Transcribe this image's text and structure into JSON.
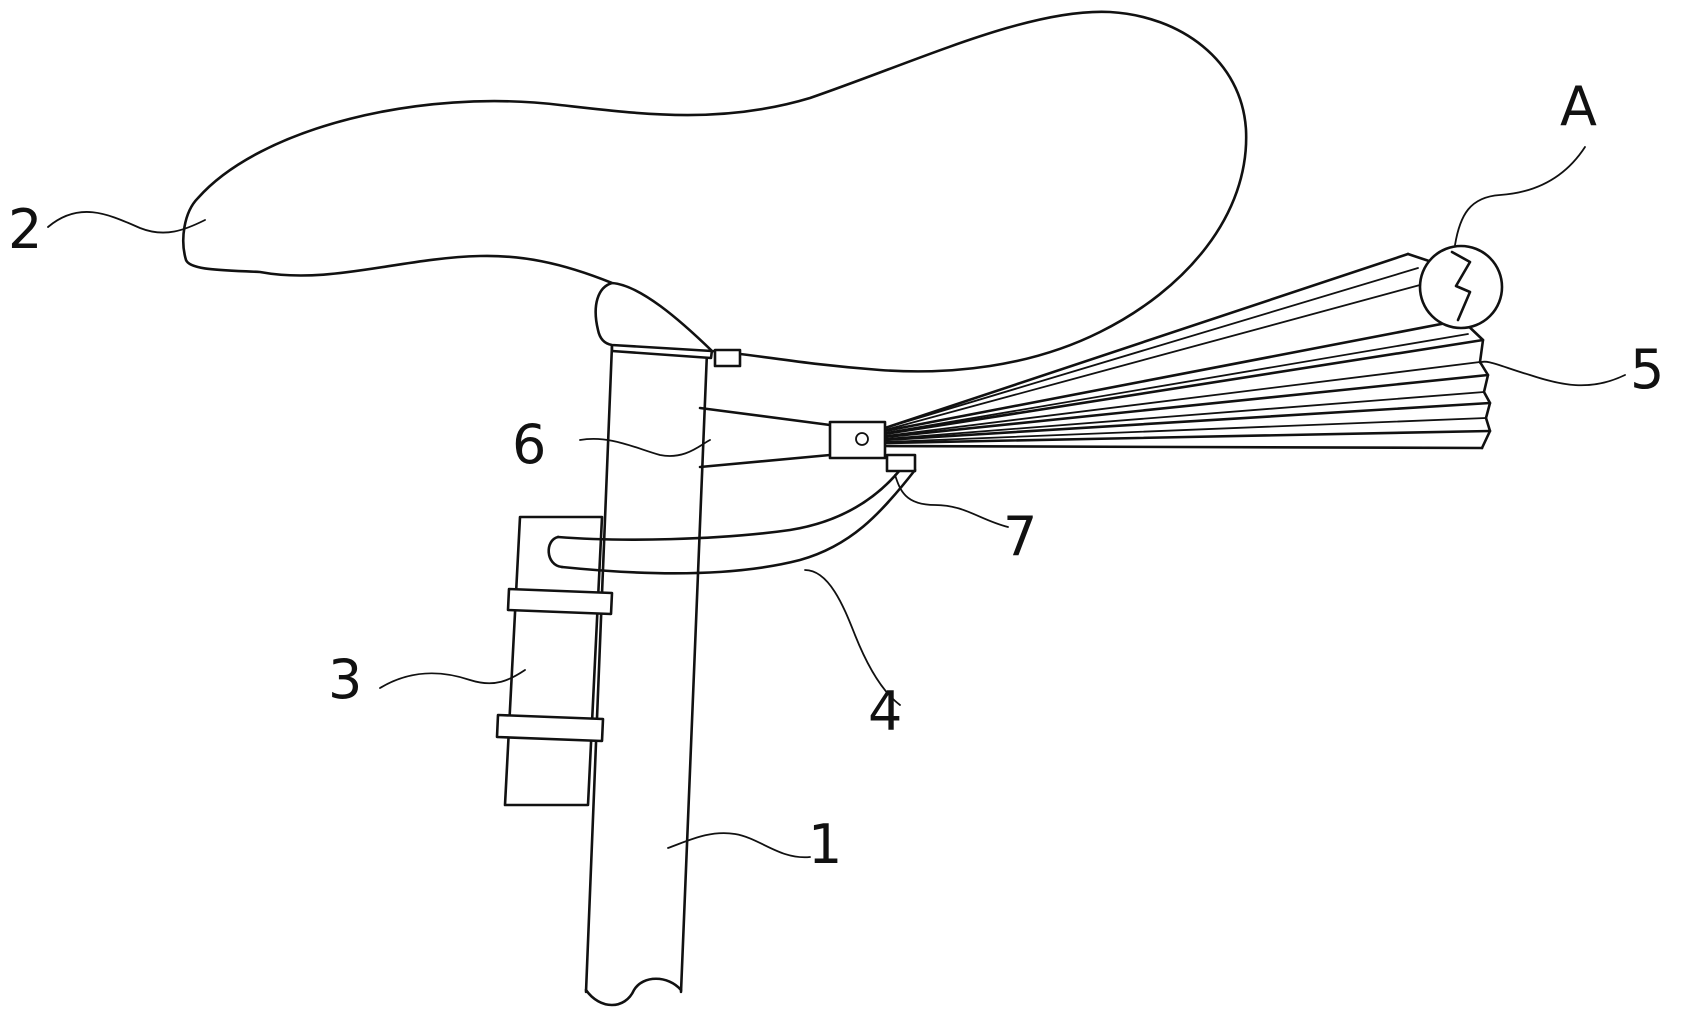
{
  "labels": {
    "seat_post": "1",
    "saddle": "2",
    "bottle": "3",
    "tube": "4",
    "fan": "5",
    "bracket": "6",
    "pivot": "7",
    "detail": "A"
  }
}
